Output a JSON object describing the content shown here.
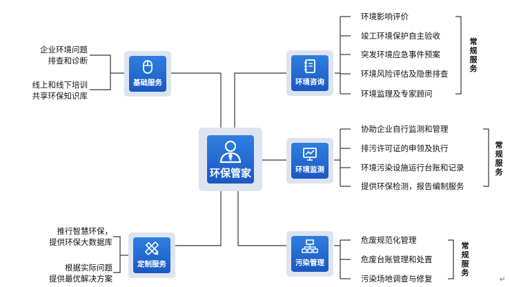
{
  "hub": {
    "label": "环保管家",
    "icon": "person-tie-icon"
  },
  "basic": {
    "label": "基础服务",
    "icon": "mouse-icon",
    "items": [
      [
        "企业环境问题",
        "排查和诊断"
      ],
      [
        "线上和线下培训",
        "共享环保知识库"
      ]
    ]
  },
  "consult": {
    "label": "环境咨询",
    "icon": "notebook-icon",
    "items": [
      "环境影响评价",
      "竣工环境保护自主验收",
      "突发环境应急事件预案",
      "环境风险评估及隐患排查",
      "环境监理及专家顾问"
    ],
    "group_label": "常规服务"
  },
  "monitor": {
    "label": "环境监测",
    "icon": "chart-monitor-icon",
    "items": [
      "协助企业自行监测和管理",
      "排污许可证的申领及执行",
      "环境污染设施运行台账和记录",
      "提供环保检测，报告编制服务"
    ],
    "group_label": "常规服务"
  },
  "custom": {
    "label": "定制服务",
    "icon": "pencil-ruler-icon",
    "items": [
      [
        "推行智慧环保，",
        "提供环保大数据库"
      ],
      [
        "根据实际问题",
        "提供最优解决方案"
      ]
    ]
  },
  "pollution": {
    "label": "污染管理",
    "icon": "org-chart-icon",
    "items": [
      "危废规范化管理",
      "危废台账管理和处置",
      "污染场地调查与修复"
    ],
    "group_label": "常规服务"
  },
  "paragraph_mark": "↵",
  "colors": {
    "accent": "#1f66d0",
    "frame": "#dde4f0",
    "line": "#333333"
  }
}
